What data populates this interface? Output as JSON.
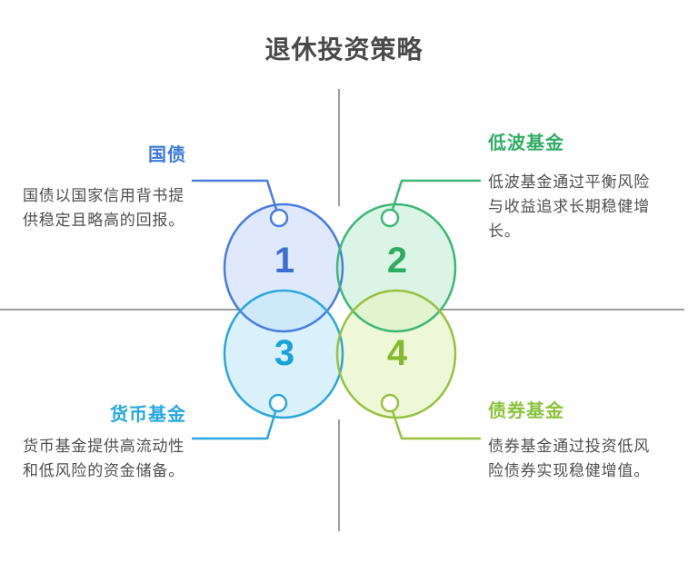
{
  "title": {
    "text": "退休投资策略",
    "color": "#4A4A4A"
  },
  "divider_color": "#9E9E9E",
  "description_text_color": "#4F4F4F",
  "items": [
    {
      "number": "1",
      "label": "国债",
      "description": "国债以国家信用背书提供稳定且略高的回报。",
      "accent": "#4A7CDF",
      "label_color": "#3D79DC",
      "number_color": "#3B6FD6",
      "fill": "#CBDBF8"
    },
    {
      "number": "2",
      "label": "低波基金",
      "description": "低波基金通过平衡风险与收益追求长期稳健增长。",
      "accent": "#3CB876",
      "label_color": "#2FAD63",
      "number_color": "#2EAD62",
      "fill": "#C7EDD5"
    },
    {
      "number": "3",
      "label": "货币基金",
      "description": "货币基金提供高流动性和低风险的资金储备。",
      "accent": "#2BA7DD",
      "label_color": "#26A9E0",
      "number_color": "#18A2DA",
      "fill": "#C3E8F9"
    },
    {
      "number": "4",
      "label": "债券基金",
      "description": "债券基金通过投资低风险债券实现稳健增值。",
      "accent": "#98C13E",
      "label_color": "#8CC33C",
      "number_color": "#85BA2E",
      "fill": "#E5F2C2"
    }
  ]
}
